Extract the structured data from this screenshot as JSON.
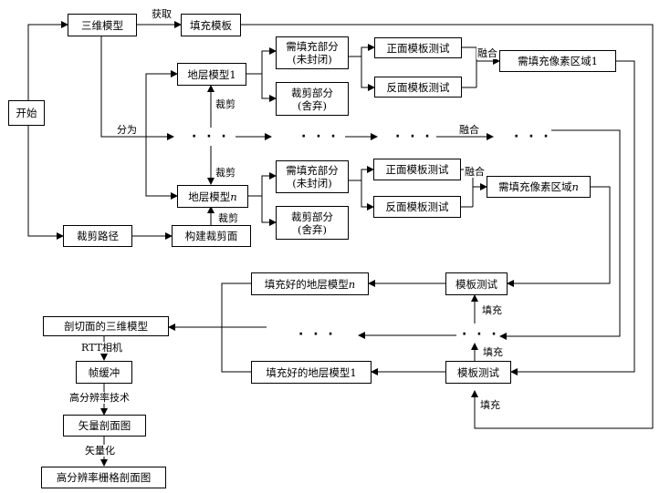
{
  "nodes": {
    "start": "开始",
    "model3d": "三维模型",
    "fill_template": "填充模板",
    "cut_path": "裁剪路径",
    "build_plane": "构建裁剪面",
    "layer1": "地层模型1",
    "layern_text": "地层模型",
    "n_suffix": "n",
    "needfill1_l1": "需填充部分",
    "needfill1_l2": "(未封闭)",
    "discard1_l1": "裁剪部分",
    "discard1_l2": "(舍弃)",
    "needfilln_l1": "需填充部分",
    "needfilln_l2": "(未封闭)",
    "discardn_l1": "裁剪部分",
    "discardn_l2": "(舍弃)",
    "front1": "正面模板测试",
    "back1": "反面模板测试",
    "frontn": "正面模板测试",
    "backn": "反面模板测试",
    "region1": "需填充像素区域1",
    "regionn_text": "需填充像素区域",
    "stenciln": "模板测试",
    "stencil1": "模板测试",
    "filledn_text": "填充好的地层模型",
    "filled1": "填充好的地层模型1",
    "section3d": "剖切面的三维模型",
    "framebuf": "帧缓冲",
    "vector": "矢量剖面图",
    "raster": "高分辨率栅格剖面图"
  },
  "labels": {
    "get": "获取",
    "split": "分为",
    "cut1": "裁剪",
    "cut2": "裁剪",
    "cut3": "裁剪",
    "merge_mid": "融合",
    "merge1": "融合",
    "mergen": "融合",
    "fill1": "填充",
    "fill2": "填充",
    "fill3": "填充",
    "rtt": "RTT相机",
    "hires": "高分辨率技术",
    "vectorize": "矢量化",
    "ellipsis": "· · ·"
  }
}
